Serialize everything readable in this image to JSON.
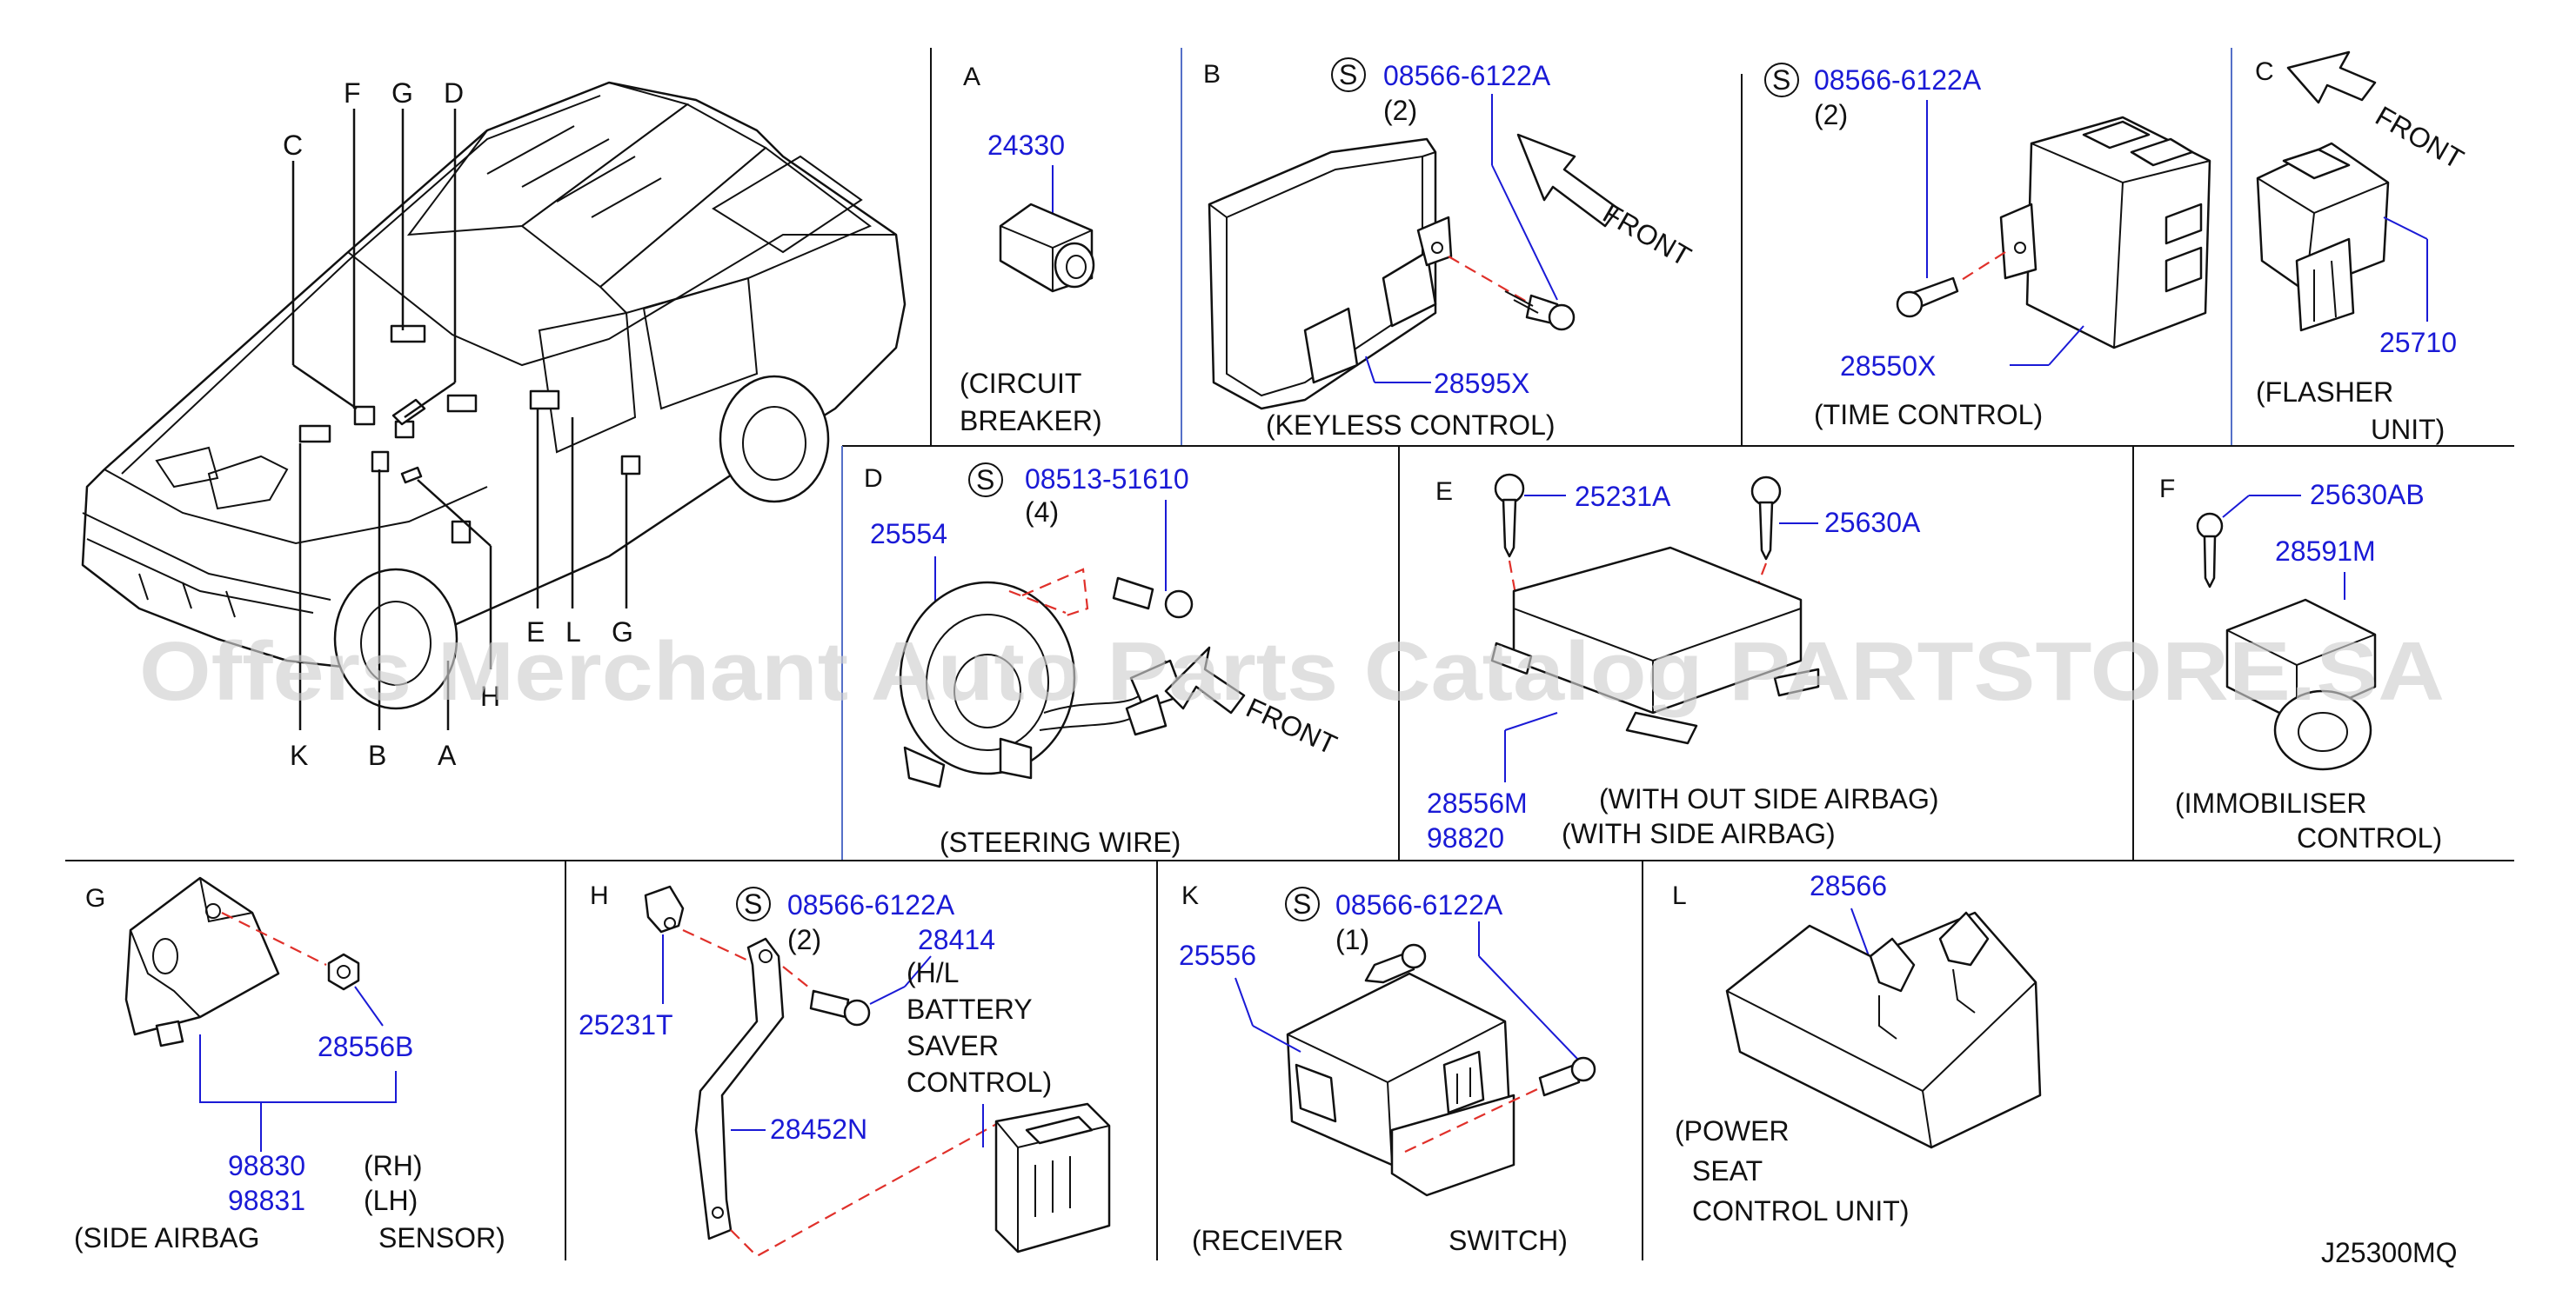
{
  "watermark": "Offers Merchant Auto Parts Catalog PARTSTORE.SA",
  "diagram_code": "J25300MQ",
  "screw_symbol": "S",
  "vehicle": {
    "callouts": {
      "C": "C",
      "F": "F",
      "G": "G",
      "D": "D",
      "E": "E",
      "L": "L",
      "G2": "G",
      "H": "H",
      "K": "K",
      "B": "B",
      "A": "A"
    }
  },
  "sections": {
    "A": {
      "letter": "A",
      "part": "24330",
      "name_line1": "(CIRCUIT",
      "name_line2": "BREAKER)"
    },
    "B": {
      "letter": "B",
      "screw_part": "08566-6122A",
      "screw_qty": "(2)",
      "front": "FRONT",
      "part": "28595X",
      "name": "(KEYLESS   CONTROL)"
    },
    "B2": {
      "screw_part": "08566-6122A",
      "screw_qty": "(2)",
      "part": "28550X",
      "name": "(TIME   CONTROL)"
    },
    "C": {
      "letter": "C",
      "front": "FRONT",
      "part": "25710",
      "name_line1": "(FLASHER",
      "name_line2": "UNIT)"
    },
    "D": {
      "letter": "D",
      "screw_part": "08513-51610",
      "screw_qty": "(4)",
      "part": "25554",
      "front": "FRONT",
      "name": "(STEERING   WIRE)"
    },
    "E": {
      "letter": "E",
      "part1": "25231A",
      "part2": "25630A",
      "part3": "28556M",
      "part4": "98820",
      "note1": "(WITH   OUT   SIDE   AIRBAG)",
      "note2": "(WITH   SIDE   AIRBAG)"
    },
    "F": {
      "letter": "F",
      "part1": "25630AB",
      "part2": "28591M",
      "name_line1": "(IMMOBILISER",
      "name_line2": "CONTROL)"
    },
    "G": {
      "letter": "G",
      "part1": "28556B",
      "part_rh": "98830",
      "part_lh": "98831",
      "rh": "(RH)",
      "lh": "(LH)",
      "name_line1": "(SIDE   AIRBAG",
      "name_line2": "SENSOR)"
    },
    "H": {
      "letter": "H",
      "screw_part": "08566-6122A",
      "screw_qty": "(2)",
      "part1": "28414",
      "part2": "25231T",
      "part3": "28452N",
      "name_line1": "(H/L",
      "name_line2": "BATTERY",
      "name_line3": "SAVER",
      "name_line4": "CONTROL)"
    },
    "K": {
      "letter": "K",
      "screw_part": "08566-6122A",
      "screw_qty": "(1)",
      "part": "25556",
      "name_line1": "(RECEIVER",
      "name_line2": "SWITCH)"
    },
    "L": {
      "letter": "L",
      "part": "28566",
      "name_line1": "(POWER",
      "name_line2": "SEAT",
      "name_line3": "CONTROL   UNIT)"
    }
  }
}
